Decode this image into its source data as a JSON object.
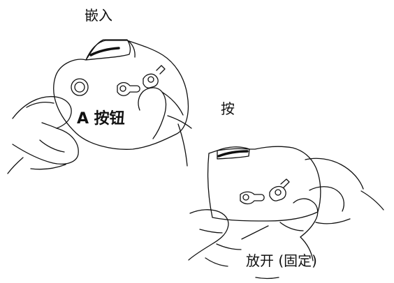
{
  "labels": {
    "insert": "嵌入",
    "press": "按",
    "a_button": "A 按钮",
    "release_fixed": "放开 (固定)"
  },
  "colors": {
    "ink": "#111111",
    "paper": "#ffffff"
  }
}
